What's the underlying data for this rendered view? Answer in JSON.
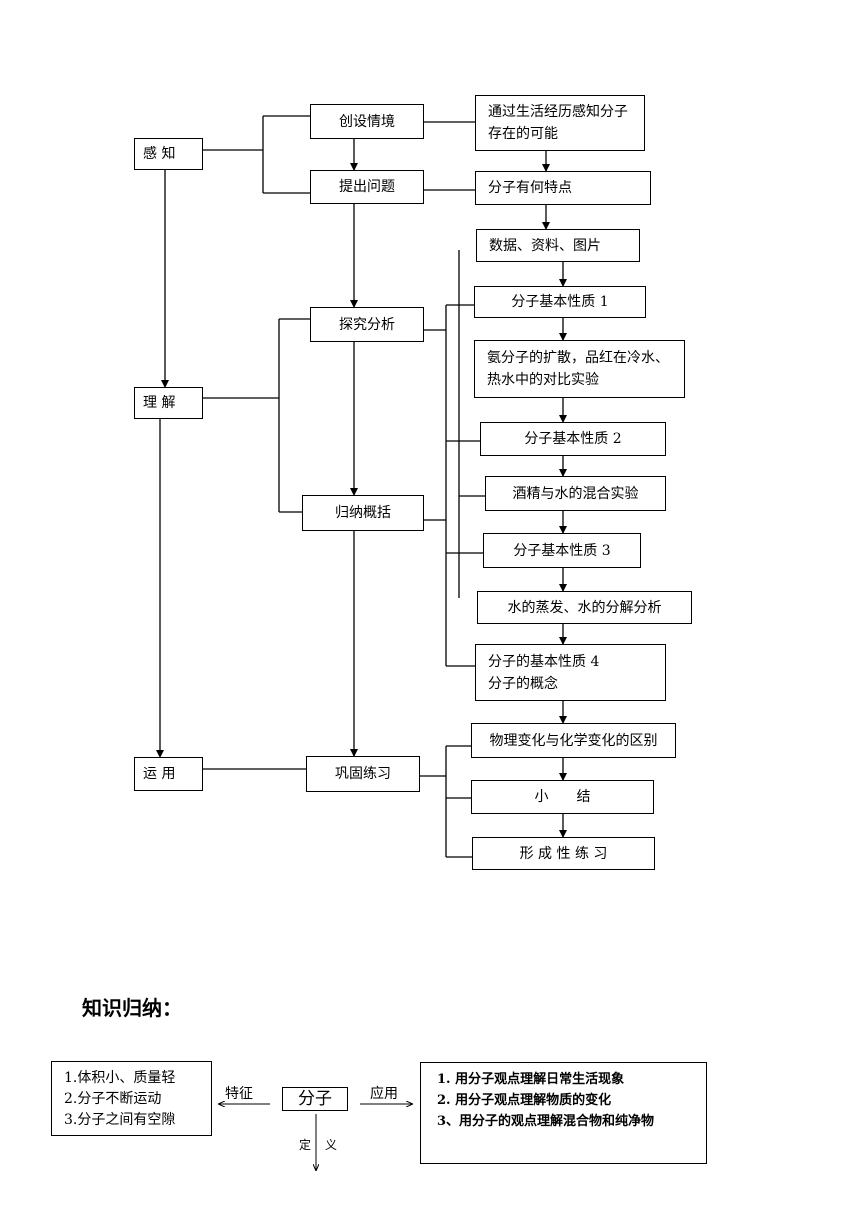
{
  "flow": {
    "stages": {
      "perceive": "感 知",
      "understand": "理 解",
      "apply": "运 用"
    },
    "mid": {
      "create_situation": "创设情境",
      "raise_question": "提出问题",
      "explore": "探究分析",
      "summarize": "归纳概括",
      "consolidate": "巩固练习"
    },
    "right": {
      "r1": "通过生活经历感知分子\n存在的可能",
      "r2": "分子有何特点",
      "r3": "数据、资料、图片",
      "r4": "分子基本性质 1",
      "r5": "氨分子的扩散，品红在冷水、\n热水中的对比实验",
      "r6": "分子基本性质 2",
      "r7": "酒精与水的混合实验",
      "r8": "分子基本性质 3",
      "r9": "水的蒸发、水的分解分析",
      "r10": "分子的基本性质 4\n分子的概念",
      "r11": "物理变化与化学变化的区别",
      "r12": "小　　结",
      "r13": "形 成 性 练 习"
    }
  },
  "summary": {
    "heading": "知识归纳：",
    "center": "分子",
    "left_arrow_label": "特征",
    "right_arrow_label": "应用",
    "down_label_left": "定",
    "down_label_right": "义",
    "features": [
      "1.体积小、质量轻",
      "2.分子不断运动",
      "3.分子之间有空隙"
    ],
    "applications": [
      "1. 用分子观点理解日常生活现象",
      "2. 用分子观点理解物质的变化",
      "3、用分子的观点理解混合物和纯净物"
    ]
  }
}
